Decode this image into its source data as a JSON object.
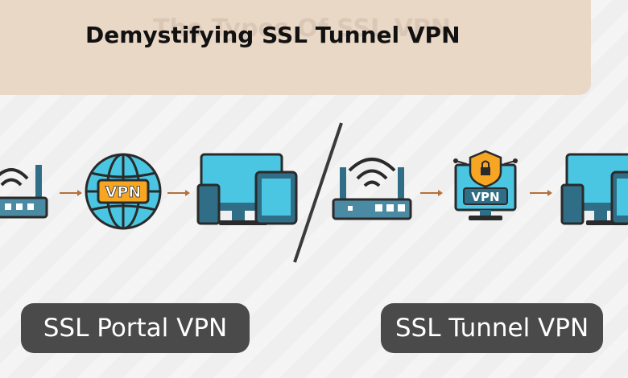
{
  "header": {
    "title": "Demystifying SSL Tunnel VPN",
    "watermark": "The Types Of SSL VPN"
  },
  "diagram": {
    "portal": {
      "vpn_badge": "VPN",
      "label": "SSL Portal VPN"
    },
    "tunnel": {
      "vpn_badge": "VPN",
      "label": "SSL Tunnel VPN"
    }
  },
  "colors": {
    "banner": "#ead8c7",
    "background": "#efefef",
    "pill": "#4a4a4a",
    "device_dark": "#2f6e86",
    "device_screen": "#4ac6e2",
    "accent_orange": "#f6a623",
    "arrow": "#b5703a"
  }
}
